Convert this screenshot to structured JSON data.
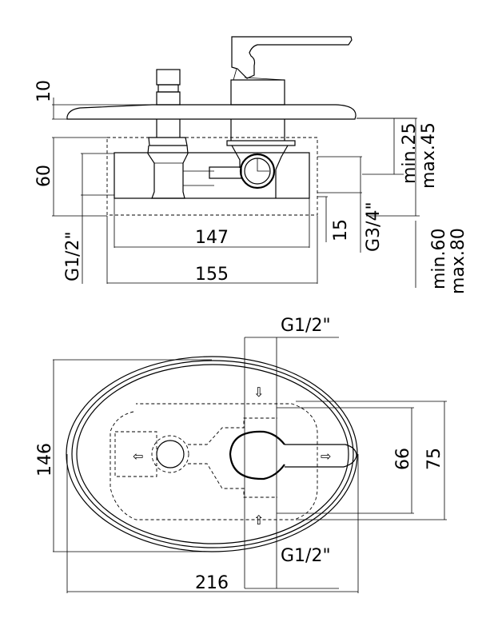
{
  "side_view": {
    "dim_plate": "10",
    "dim_height": "60",
    "dim_inlet": "G1/2\"",
    "dim_body": "147",
    "dim_box": "155",
    "dim_offset": "15",
    "dim_outlet": "G3/4\"",
    "dim_depth_min1": "min.25",
    "dim_depth_max1": "max.45",
    "dim_depth_min2": "min.60",
    "dim_depth_max2": "max.80"
  },
  "front_view": {
    "dim_top_inlet": "G1/2\"",
    "dim_bottom_inlet": "G1/2\"",
    "dim_height": "146",
    "dim_width": "216",
    "dim_inner": "66",
    "dim_outer": "75"
  },
  "colors": {
    "line": "#000000",
    "background": "#ffffff"
  }
}
